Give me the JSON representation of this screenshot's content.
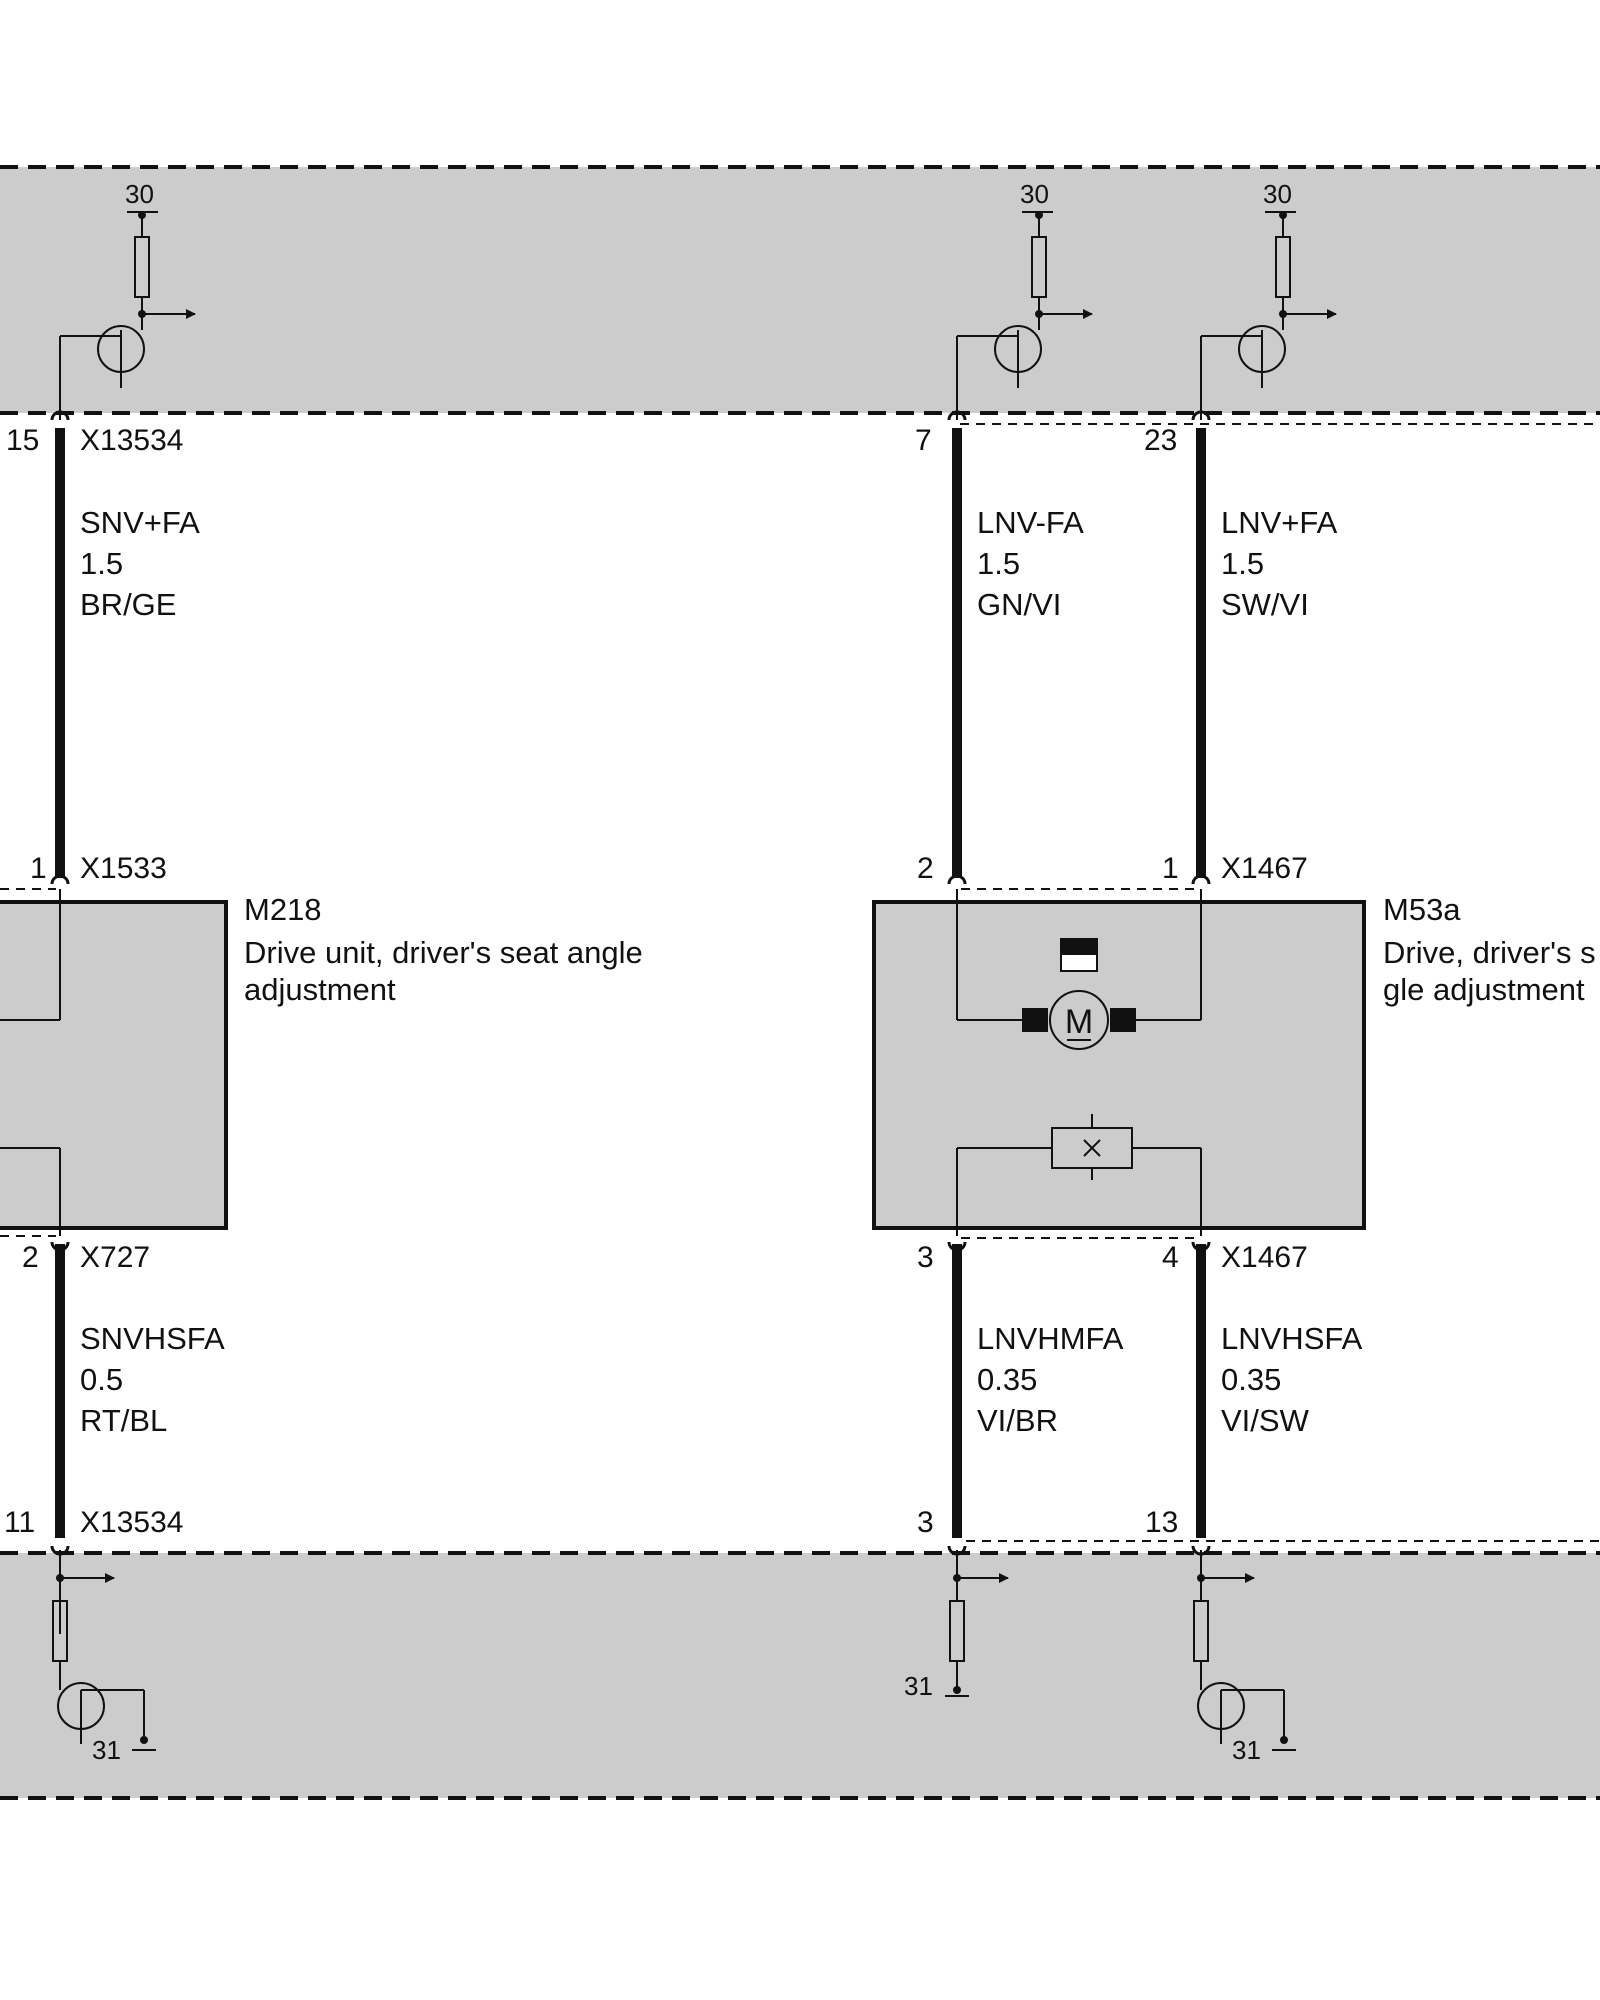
{
  "modules": {
    "top": {
      "supply_labels": [
        "30",
        "30",
        "30"
      ]
    },
    "bottom": {
      "ground_labels": [
        "31",
        "31",
        "31"
      ]
    }
  },
  "connectors": {
    "top_left": {
      "pin": "15",
      "id": "X13534"
    },
    "top_mid": {
      "pin": "7"
    },
    "top_right": {
      "pin": "23"
    },
    "m218_top": {
      "pin": "1",
      "id": "X1533"
    },
    "m218_bottom": {
      "pin": "2",
      "id": "X727"
    },
    "m53a_top_left": {
      "pin": "2"
    },
    "m53a_top_right": {
      "pin": "1",
      "id": "X1467"
    },
    "m53a_bottom_left": {
      "pin": "3"
    },
    "m53a_bottom_right": {
      "pin": "4",
      "id": "X1467"
    },
    "bottom_left": {
      "pin": "11",
      "id": "X13534"
    },
    "bottom_mid": {
      "pin": "3"
    },
    "bottom_right": {
      "pin": "13"
    }
  },
  "wires": [
    {
      "name": "SNV+FA",
      "cross_section": "1.5",
      "color": "BR/GE"
    },
    {
      "name": "LNV-FA",
      "cross_section": "1.5",
      "color": "GN/VI"
    },
    {
      "name": "LNV+FA",
      "cross_section": "1.5",
      "color": "SW/VI"
    },
    {
      "name": "SNVHSFA",
      "cross_section": "0.5",
      "color": "RT/BL"
    },
    {
      "name": "LNVHMFA",
      "cross_section": "0.35",
      "color": "VI/BR"
    },
    {
      "name": "LNVHSFA",
      "cross_section": "0.35",
      "color": "VI/SW"
    }
  ],
  "components": {
    "m218": {
      "id": "M218",
      "desc_line1": "Drive unit, driver's seat angle",
      "desc_line2": "adjustment"
    },
    "m53a": {
      "id": "M53a",
      "desc_line1": "Drive, driver's s",
      "desc_line2": "gle adjustment",
      "motor_symbol": "M"
    }
  },
  "colors": {
    "module_fill": "#cccccc",
    "line": "#111111"
  }
}
